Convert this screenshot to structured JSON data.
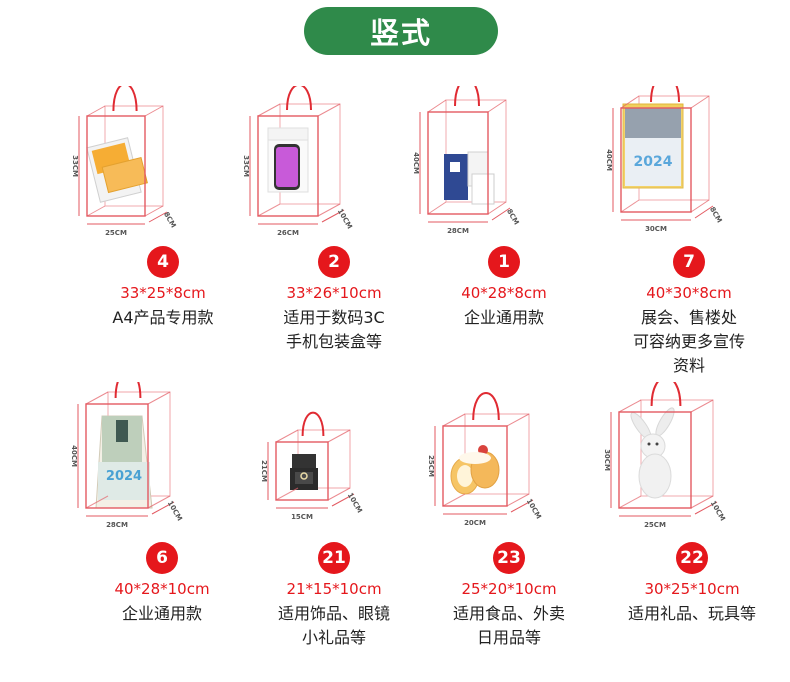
{
  "header": {
    "title": "竖式"
  },
  "colors": {
    "header_bg": "#2f8a4a",
    "badge": "#e5171c",
    "dims": "#e5171c",
    "bag_line": "#e35a62"
  },
  "products": [
    {
      "badge": "4",
      "dims": "33*25*8cm",
      "desc": [
        "A4产品专用款"
      ],
      "labels": {
        "h": "33CM",
        "w": "25CM",
        "d": "8CM"
      },
      "content": "brochure-icon"
    },
    {
      "badge": "2",
      "dims": "33*26*10cm",
      "desc": [
        "适用于数码3C",
        "手机包装盒等"
      ],
      "labels": {
        "h": "33CM",
        "w": "26CM",
        "d": "10CM"
      },
      "content": "phone-box-icon"
    },
    {
      "badge": "1",
      "dims": "40*28*8cm",
      "desc": [
        "企业通用款"
      ],
      "labels": {
        "h": "40CM",
        "w": "28CM",
        "d": "8CM"
      },
      "content": "business-cards-icon"
    },
    {
      "badge": "7",
      "dims": "40*30*8cm",
      "desc": [
        "展会、售楼处",
        "可容纳更多宣传",
        "资料"
      ],
      "labels": {
        "h": "40CM",
        "w": "30CM",
        "d": "8CM"
      },
      "content": "calendar-poster-icon"
    },
    {
      "badge": "6",
      "dims": "40*28*10cm",
      "desc": [
        "企业通用款"
      ],
      "labels": {
        "h": "40CM",
        "w": "28CM",
        "d": "10CM"
      },
      "content": "desk-calendar-icon"
    },
    {
      "badge": "21",
      "dims": "21*15*10cm",
      "desc": [
        "适用饰品、眼镜",
        "小礼品等"
      ],
      "labels": {
        "h": "21CM",
        "w": "15CM",
        "d": "10CM"
      },
      "content": "jewelry-box-icon"
    },
    {
      "badge": "23",
      "dims": "25*20*10cm",
      "desc": [
        "适用食品、外卖",
        "日用品等"
      ],
      "labels": {
        "h": "25CM",
        "w": "20CM",
        "d": "10CM"
      },
      "content": "cake-roll-icon"
    },
    {
      "badge": "22",
      "dims": "30*25*10cm",
      "desc": [
        "适用礼品、玩具等"
      ],
      "labels": {
        "h": "30CM",
        "w": "25CM",
        "d": "10CM"
      },
      "content": "plush-rabbit-icon"
    }
  ],
  "content_text": {
    "calendar_year": "2024"
  }
}
